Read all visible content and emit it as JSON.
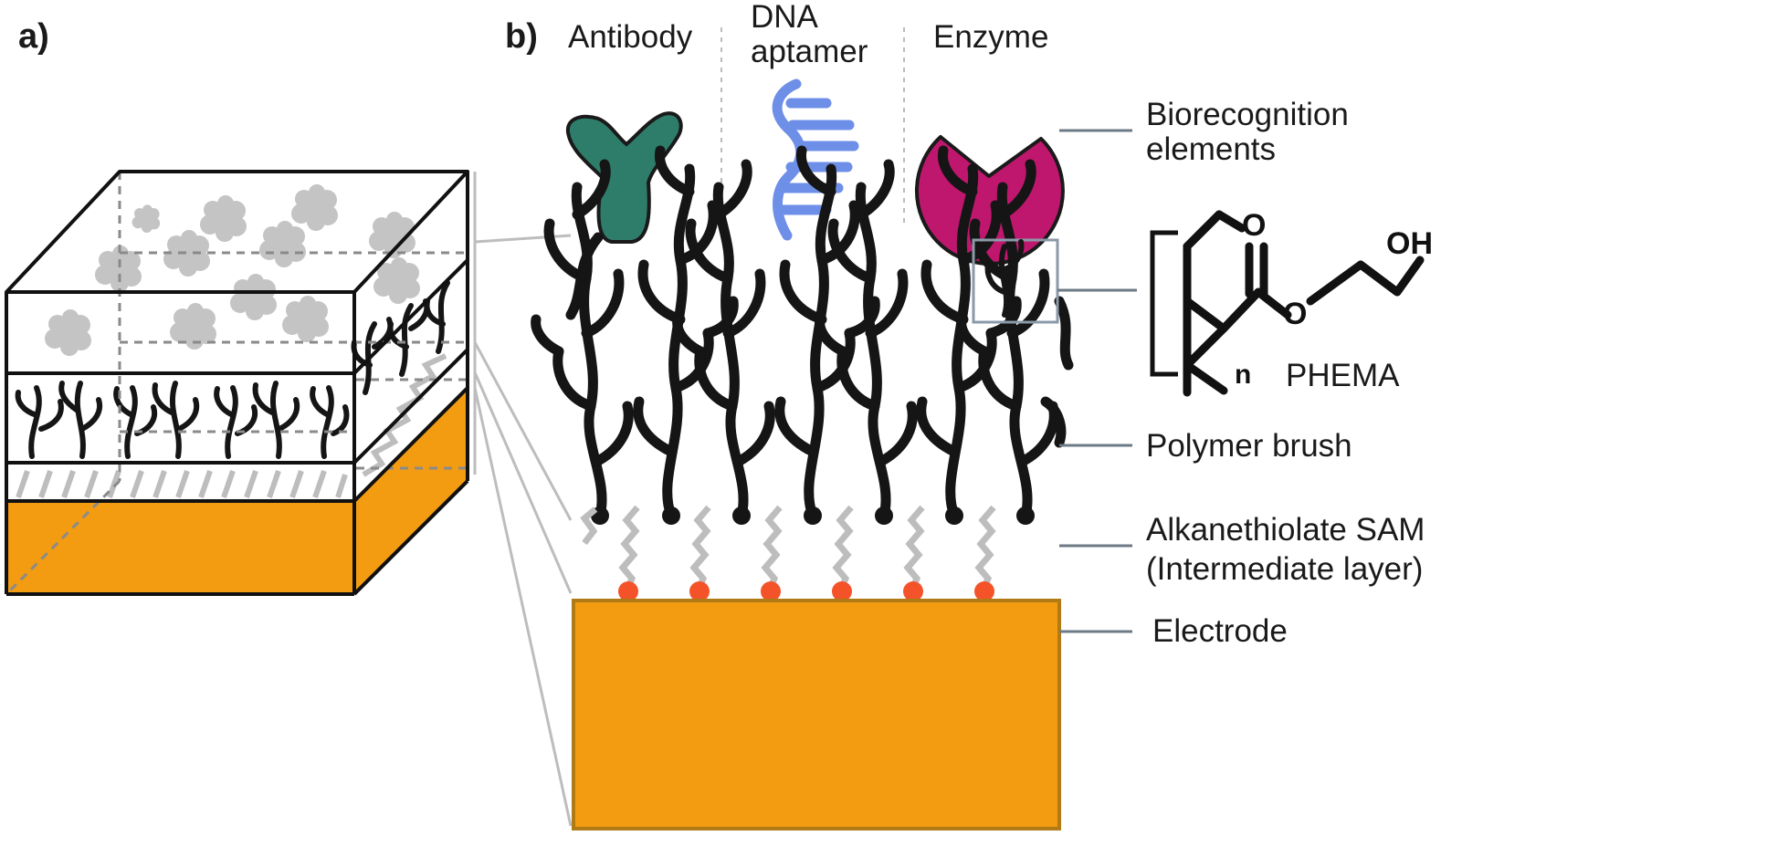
{
  "panels": {
    "a": "a)",
    "b": "b)"
  },
  "bioreceptors": {
    "antibody": "Antibody",
    "dna_line1": "DNA",
    "dna_line2": "aptamer",
    "enzyme": "Enzyme"
  },
  "layers": {
    "biorecognition_line1": "Biorecognition",
    "biorecognition_line2": "elements",
    "polymer_brush": "Polymer brush",
    "sam_line1": "Alkanethiolate SAM",
    "sam_line2": "(Intermediate layer)",
    "electrode": "Electrode"
  },
  "molecule": {
    "name": "PHEMA",
    "atom_o1": "O",
    "atom_o2": "O",
    "atom_oh": "OH",
    "repeat": "n"
  },
  "colors": {
    "electrode": "#F39C12",
    "electrode_border": "#B07A14",
    "antibody": "#2E7D6B",
    "aptamer": "#6E8FE8",
    "enzyme": "#C0176E",
    "anchor": "#F4532A",
    "sam": "#BDBDBD",
    "polymer": "#151515",
    "protein": "#C4C4C4"
  }
}
